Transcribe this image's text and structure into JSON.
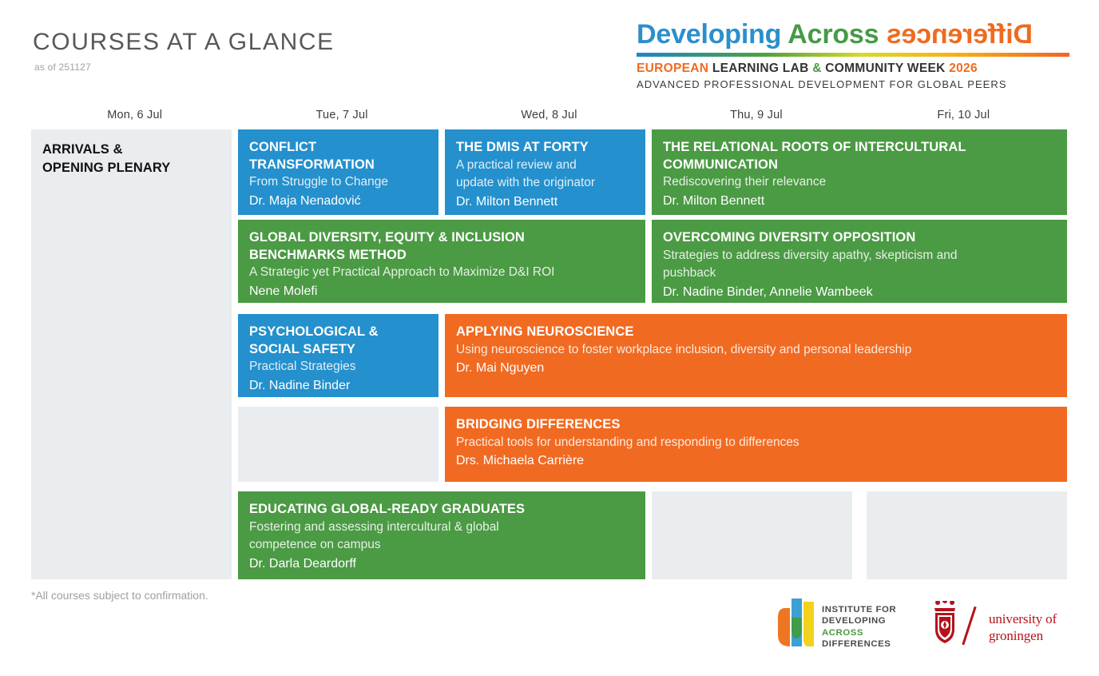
{
  "header": {
    "title": "COURSES AT A GLANCE",
    "subtitle": "as of 251127"
  },
  "brand": {
    "word1": "Developing",
    "word2": "Across",
    "word3": "Differences",
    "tagline_european": "EUROPEAN",
    "tagline_learning_lab": "LEARNING LAB",
    "tagline_amp": "&",
    "tagline_community_week": "COMMUNITY WEEK",
    "tagline_year": "2026",
    "subtagline": "ADVANCED PROFESSIONAL DEVELOPMENT FOR GLOBAL PEERS",
    "colors": {
      "blue": "#2b8fcc",
      "green": "#479a46",
      "orange": "#ef6b1f"
    }
  },
  "days": [
    {
      "label": "Mon,  6 Jul"
    },
    {
      "label": "Tue,  7 Jul"
    },
    {
      "label": "Wed,  8 Jul"
    },
    {
      "label": "Thu,  9 Jul"
    },
    {
      "label": "Fri,  10 Jul"
    }
  ],
  "courses": {
    "arrivals": {
      "title": "ARRIVALS &\nOPENING PLENARY",
      "subtitle": "",
      "presenter": "",
      "color": "#e9edf0"
    },
    "conflict": {
      "title": "CONFLICT\nTRANSFORMATION",
      "subtitle": "From Struggle to Change",
      "presenter": "Dr. Maja Nenadović",
      "color": "#2490cd"
    },
    "dmis": {
      "title": "THE DMIS AT FORTY",
      "subtitle": "A practical review and\nupdate with the originator",
      "presenter": "Dr. Milton Bennett",
      "color": "#2490cd"
    },
    "relational": {
      "title": "THE RELATIONAL ROOTS OF INTERCULTURAL\nCOMMUNICATION",
      "subtitle": "Rediscovering their relevance",
      "presenter": "Dr. Milton Bennett",
      "color": "#4b9a44"
    },
    "gdeib": {
      "title": "GLOBAL DIVERSITY, EQUITY & INCLUSION\nBENCHMARKS METHOD",
      "subtitle": "A Strategic yet Practical Approach to Maximize D&I ROI",
      "presenter": "Nene Molefi",
      "color": "#4b9a44"
    },
    "overcoming": {
      "title": "OVERCOMING DIVERSITY OPPOSITION",
      "subtitle": "Strategies to address diversity apathy, skepticism and\npushback",
      "presenter": "Dr. Nadine Binder, Annelie Wambeek",
      "color": "#4b9a44"
    },
    "psych": {
      "title": "PSYCHOLOGICAL &\nSOCIAL SAFETY",
      "subtitle": "Practical Strategies",
      "presenter": "Dr. Nadine Binder",
      "color": "#2490cd"
    },
    "neuro": {
      "title": "APPLYING NEUROSCIENCE",
      "subtitle": "Using neuroscience to foster workplace inclusion, diversity and personal leadership",
      "presenter": "Dr. Mai Nguyen",
      "color": "#f16a21"
    },
    "bridging": {
      "title": "BRIDGING DIFFERENCES",
      "subtitle": "Practical tools for understanding and responding to differences",
      "presenter": "Drs. Michaela Carrière",
      "color": "#f16a21"
    },
    "educating": {
      "title": "EDUCATING GLOBAL-READY GRADUATES",
      "subtitle": "Fostering and assessing intercultural & global\ncompetence on campus",
      "presenter": "Dr. Darla Deardorff",
      "color": "#4b9a44"
    }
  },
  "footer": {
    "note": "*All courses subject to confirmation.",
    "ida_logo": {
      "line1": "INSTITUTE FOR",
      "line2": "DEVELOPING",
      "line3": "ACROSS",
      "line4": "DIFFERENCES"
    },
    "rug_logo": {
      "line1": "university of",
      "line2": "groningen"
    }
  }
}
